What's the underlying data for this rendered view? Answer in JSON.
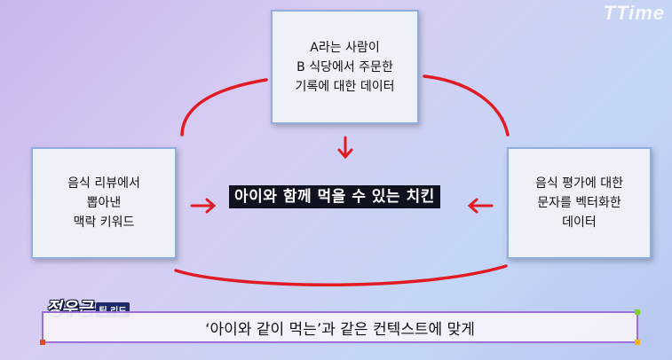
{
  "brand": {
    "logo_text": "TTime"
  },
  "diagram": {
    "top_box": "A라는 사람이\nB 식당에서 주문한\n기록에 대한 데이터",
    "left_box": "음식 리뷰에서\n뽑아낸\n맥락 키워드",
    "right_box": "음식 평가에 대한\n문자를 벡터화한\n데이터",
    "center_result": "아이와 함께 먹을 수 있는 치킨",
    "arrow_color": "#e01b24"
  },
  "caption": {
    "speaker_name": "정우근",
    "speaker_role": "팀 리드",
    "subtitle": "‘아이와 같이 먹는’과 같은 컨텍스트에 맞게"
  }
}
